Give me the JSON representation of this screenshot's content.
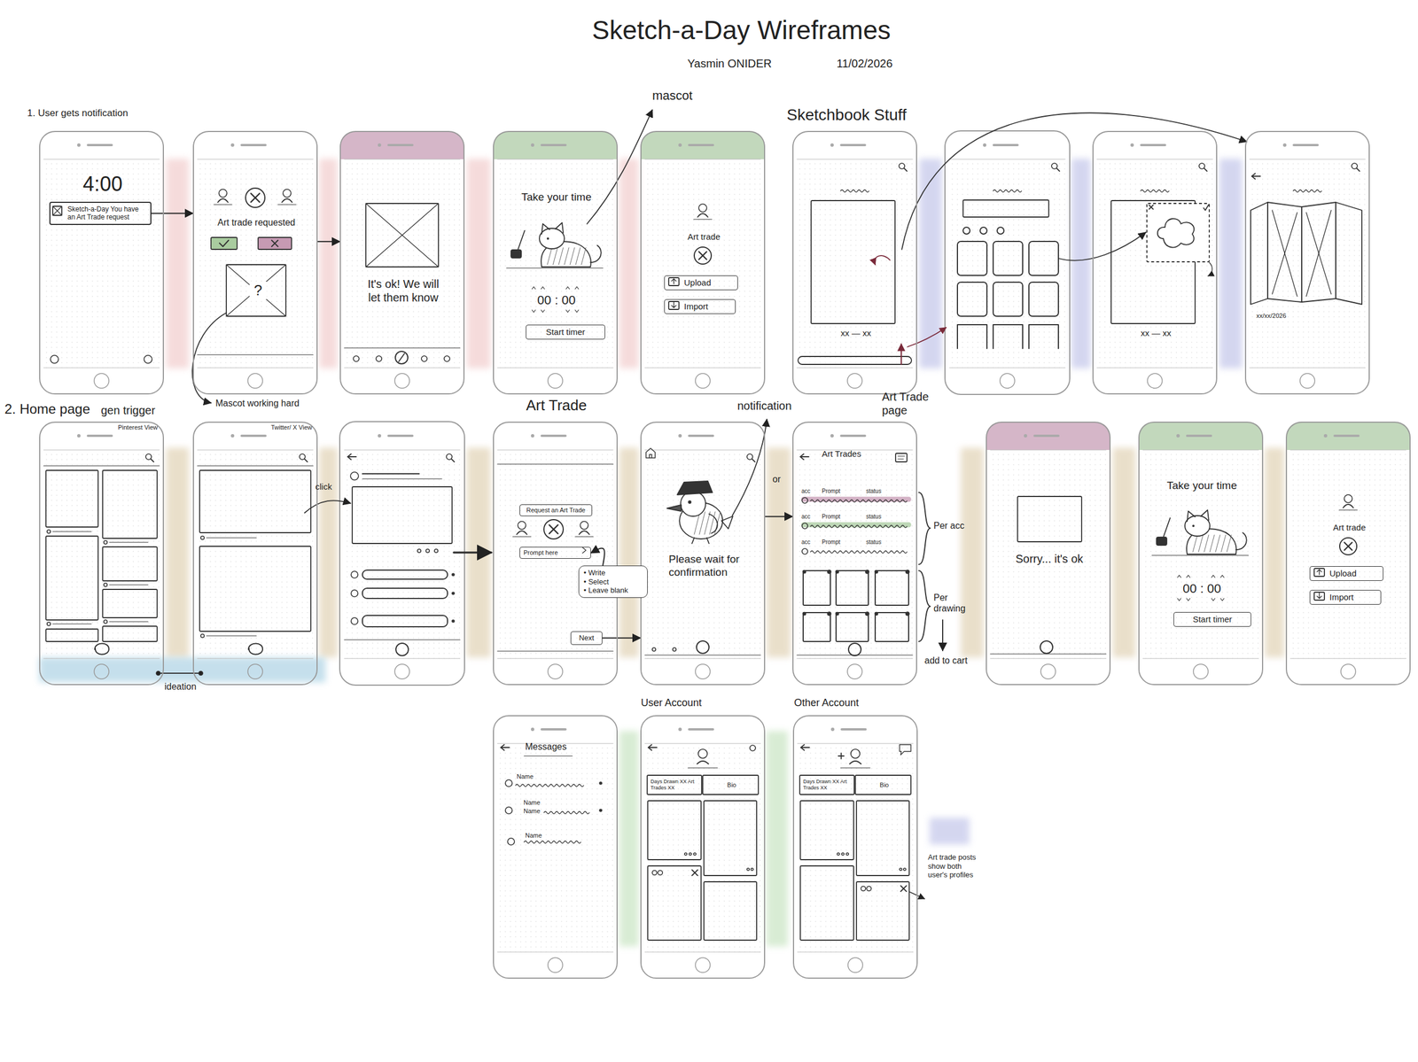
{
  "diagram": {
    "title": "Sketch-a-Day Wireframes",
    "nodes": [
      {
        "text": [
          "4:00"
        ]
      },
      {
        "text": [
          "Sketch-a-Day You have an Art Trade request"
        ],
        "in": 0
      },
      {
        "text": [
          "Art trade requested",
          "?"
        ]
      },
      {
        "text": [
          "It's ok! We will let them know"
        ]
      },
      {
        "text": [
          "Take your time",
          "00 : 00"
        ]
      },
      {
        "text": [
          "Start timer"
        ],
        "in": 4
      },
      {
        "text": [
          "Art trade"
        ]
      },
      {
        "text": [
          "Upload"
        ],
        "in": 6
      },
      {
        "text": [
          "Import"
        ],
        "in": 6
      },
      {
        "text": [
          "xx — xx"
        ]
      },
      {
        "text": [
          "xx — xx"
        ]
      },
      {
        "text": [
          "xx/xx/2026"
        ]
      },
      {
        "text": [
          "Pinterest View"
        ]
      },
      {
        "text": [
          "Twitter/ X View"
        ]
      },
      {
        "text": [
          "Art Trade"
        ]
      },
      {
        "text": [
          "Request an Art Trade"
        ],
        "in": 14
      },
      {
        "text": [
          "Prompt here"
        ],
        "in": 14
      },
      {
        "text": [
          "Next"
        ],
        "in": 14
      },
      {
        "text": [
          "• Write",
          "• Select",
          "• Leave blank"
        ]
      },
      {
        "text": [
          "Please wait for confirmation"
        ]
      },
      {
        "text": [
          "Art Trades",
          "acc",
          "Prompt",
          "status",
          "acc",
          "Prompt",
          "status",
          "acc",
          "Prompt",
          "status"
        ]
      },
      {
        "text": [
          "Sorry... it's ok"
        ]
      },
      {
        "text": [
          "Take your time",
          "00 : 00"
        ]
      },
      {
        "text": [
          "Start timer"
        ],
        "in": 22
      },
      {
        "text": [
          "Art trade"
        ]
      },
      {
        "text": [
          "Upload"
        ],
        "in": 24
      },
      {
        "text": [
          "Import"
        ],
        "in": 24
      },
      {
        "text": [
          "Messages",
          "Name",
          "Name",
          "Name",
          "Name"
        ]
      },
      {
        "text": [
          "Days Drawn XX Art Trades XX",
          "Bio"
        ]
      },
      {
        "text": [
          "Days Drawn XX Art Trades XX",
          "Bio"
        ]
      }
    ],
    "edges": [
      {
        "from": 1,
        "to": 2,
        "arrow": "to"
      },
      {
        "from": 2,
        "to": 3,
        "arrow": "to"
      },
      {
        "from": 17,
        "to": 19,
        "arrow": "to"
      },
      {
        "from": 18,
        "to": 16,
        "arrow": "to"
      },
      {
        "from": 19,
        "to": 20,
        "arrow": "to"
      }
    ],
    "labels": [
      "Yasmin ONIDER",
      "11/02/2026",
      "1. User gets notification",
      "Mascot working hard",
      "mascot",
      "Sketchbook Stuff",
      "2. Home page",
      "gen trigger",
      "click",
      "notification",
      "or",
      "Art Trade page",
      "Per acc",
      "Per drawing",
      "add to cart",
      "ideation",
      "User Account",
      "Other Account",
      "Art trade posts show both user's profiles"
    ]
  }
}
